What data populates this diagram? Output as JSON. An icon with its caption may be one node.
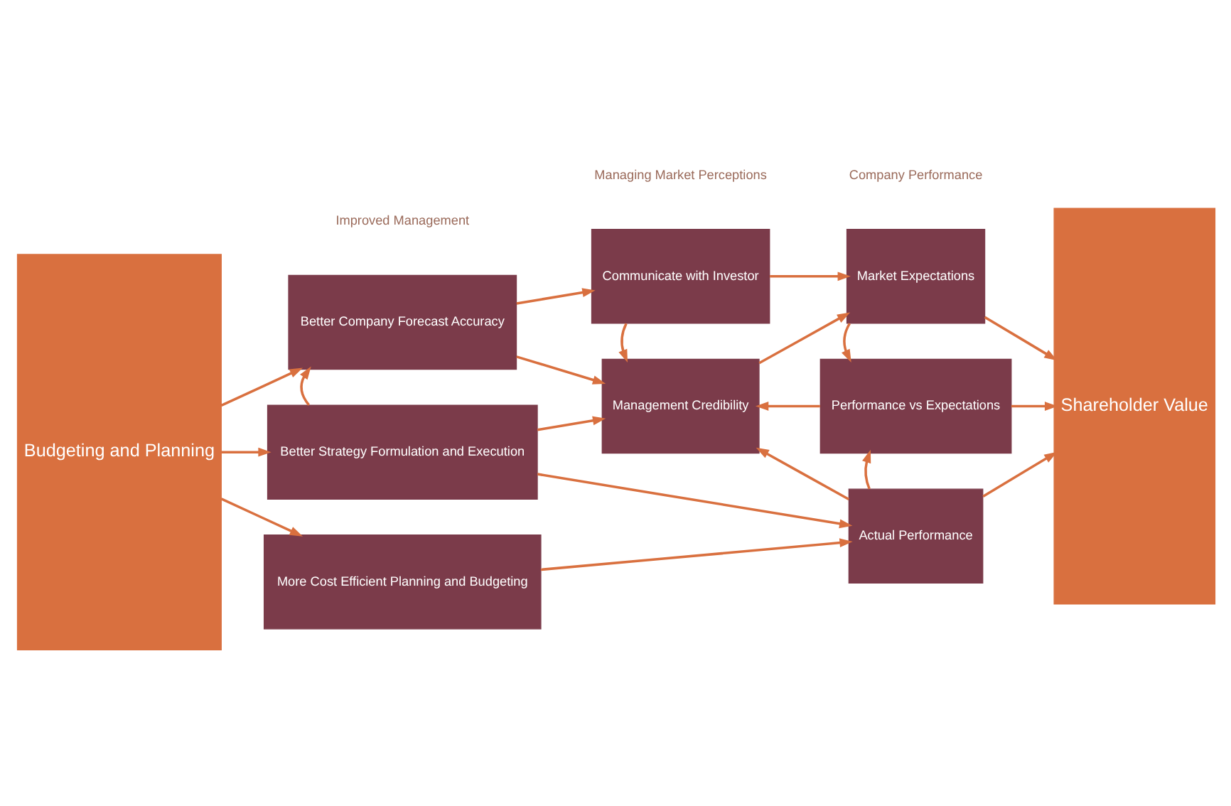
{
  "diagram": {
    "nodes": [
      {
        "text": [
          "Budgeting and Planning"
        ]
      },
      {
        "text": [
          "Better Company Forecast Accuracy"
        ]
      },
      {
        "text": [
          "Communicate with Investor"
        ]
      },
      {
        "text": [
          "Market Expectations"
        ]
      },
      {
        "text": [
          "Shareholder Value"
        ]
      },
      {
        "text": [
          "Better Strategy Formulation and Execution"
        ]
      },
      {
        "text": [
          "Management Credibility"
        ]
      },
      {
        "text": [
          "Performance vs Expectations"
        ]
      },
      {
        "text": [
          "More Cost Efficient Planning and Budgeting"
        ]
      },
      {
        "text": [
          "Actual Performance"
        ]
      }
    ],
    "edges": [
      {
        "from": 0,
        "to": 1,
        "arrow": "to"
      },
      {
        "from": 0,
        "to": 5,
        "arrow": "to"
      },
      {
        "from": 0,
        "to": 8,
        "arrow": "to"
      },
      {
        "from": 1,
        "to": 2,
        "arrow": "to"
      },
      {
        "from": 2,
        "to": 3,
        "arrow": "to"
      },
      {
        "from": 3,
        "to": 4,
        "arrow": "to"
      },
      {
        "from": 5,
        "to": 1,
        "arrow": "to"
      },
      {
        "from": 1,
        "to": 6,
        "arrow": "to"
      },
      {
        "from": 5,
        "to": 6,
        "arrow": "to"
      },
      {
        "from": 5,
        "to": 9,
        "arrow": "to"
      },
      {
        "from": 2,
        "to": 6,
        "arrow": "to"
      },
      {
        "from": 6,
        "to": 3,
        "arrow": "to"
      },
      {
        "from": 3,
        "to": 7,
        "arrow": "to"
      },
      {
        "from": 7,
        "to": 6,
        "arrow": "to"
      },
      {
        "from": 7,
        "to": 4,
        "arrow": "to"
      },
      {
        "from": 9,
        "to": 7,
        "arrow": "to"
      },
      {
        "from": 9,
        "to": 6,
        "arrow": "to"
      },
      {
        "from": 8,
        "to": 9,
        "arrow": "to"
      },
      {
        "from": 9,
        "to": 4,
        "arrow": "to"
      }
    ],
    "labels": [
      "Improved Management",
      "Managing Market Perceptions",
      "Company Performance"
    ]
  }
}
